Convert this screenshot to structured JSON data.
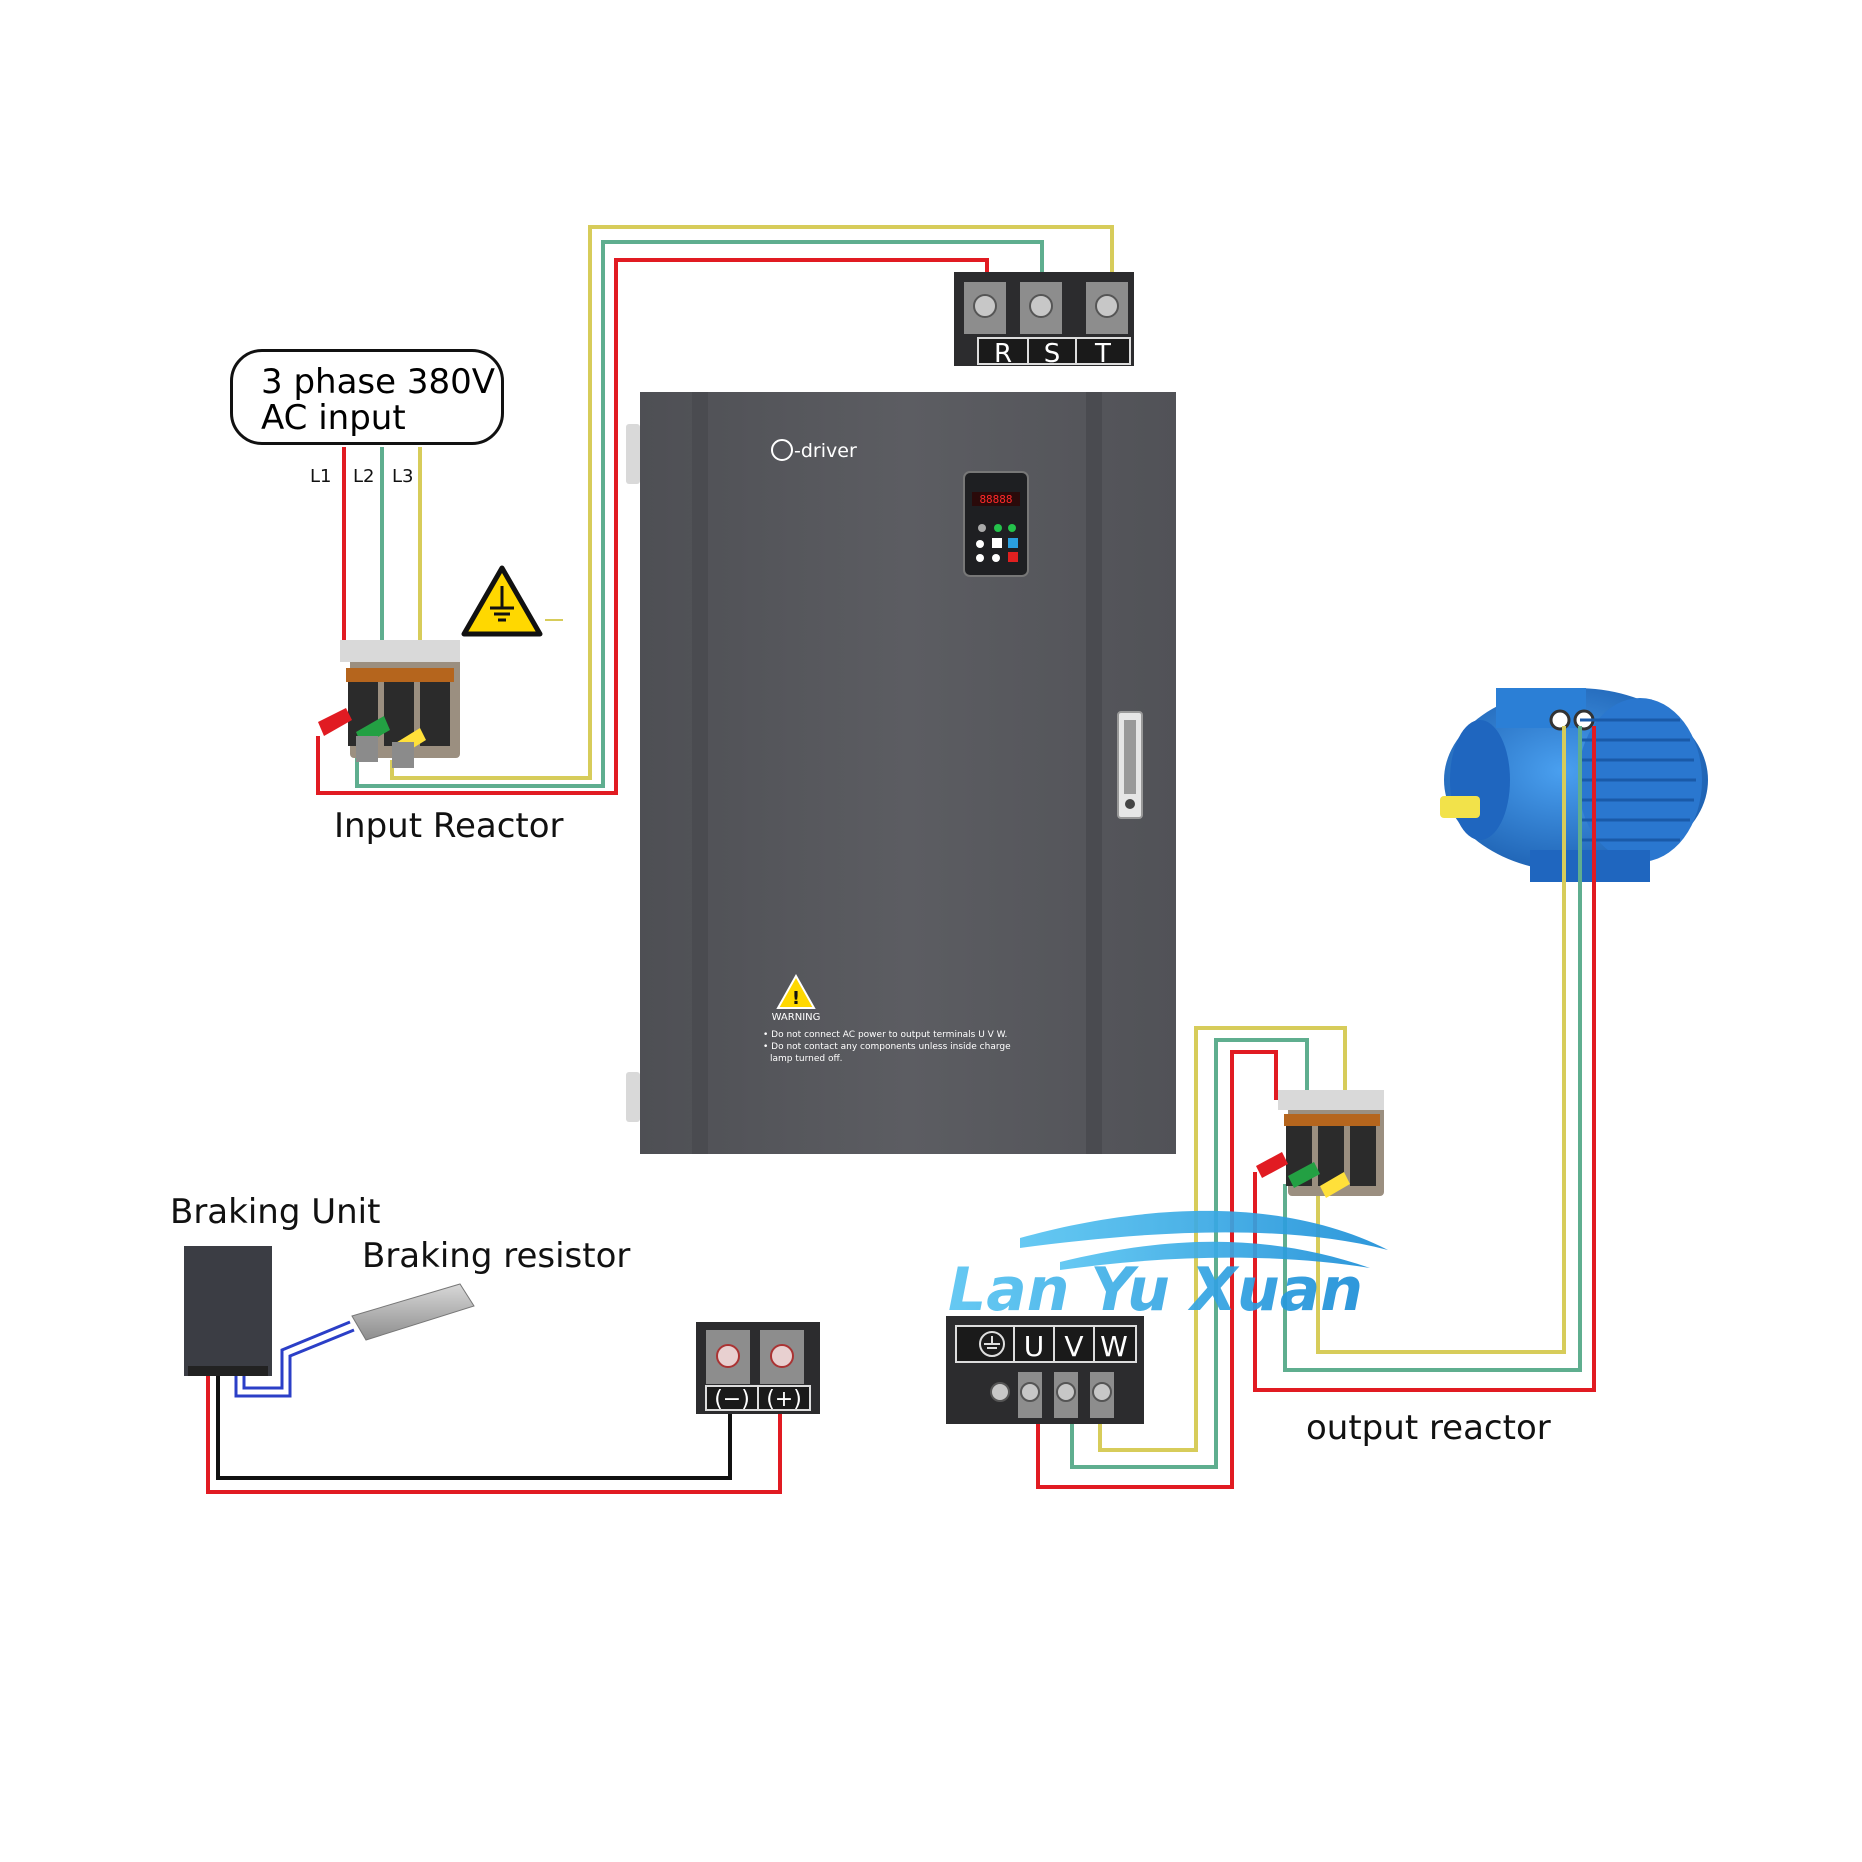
{
  "ac_input": {
    "line1": "3 phase 380V",
    "line2": "AC input"
  },
  "phase_labels": [
    "L1",
    "L2",
    "L3"
  ],
  "input_terminal_labels": [
    "R",
    "S",
    "T"
  ],
  "input_reactor_label": "Input Reactor",
  "brand": "-driver",
  "warning": {
    "title": "WARNING",
    "line1": "• Do not connect AC power to output terminals U V W.",
    "line2": "• Do not contact any components unless inside charge",
    "line3": "lamp turned off."
  },
  "braking_unit_label": "Braking Unit",
  "braking_resistor_label": "Braking resistor",
  "dc_terminal_labels": [
    "(−)",
    "(+)"
  ],
  "output_terminal_labels": [
    "U",
    "V",
    "W"
  ],
  "output_reactor_label": "output reactor",
  "watermark": "Lan Yu Xuan",
  "colors": {
    "wire_red": "#e11b22",
    "wire_green": "#5fae8f",
    "wire_yellow": "#d7cc5a",
    "wire_black": "#111111",
    "wire_blue": "#2b3fc7",
    "cabinet": "#5b5c61",
    "motor_blue": "#2b7fd6",
    "watermark": "#2aa8e0"
  }
}
